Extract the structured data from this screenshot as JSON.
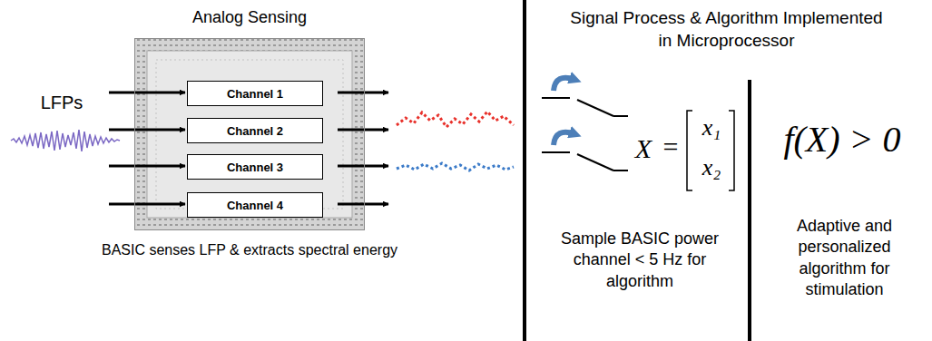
{
  "diagram": {
    "nodes": [
      {
        "text": [
          "Analog Sensing",
          "BASIC senses LFP & extracts spectral energy"
        ]
      },
      {
        "text": [
          "Channel 1"
        ],
        "in": 0
      },
      {
        "text": [
          "Channel 2"
        ],
        "in": 0
      },
      {
        "text": [
          "Channel 3"
        ],
        "in": 0
      },
      {
        "text": [
          "Channel 4"
        ],
        "in": 0
      }
    ],
    "labels": [
      "LFPs",
      "Signal Process & Algorithm Implemented in Microprocessor",
      "X",
      "=",
      "x₁",
      "x₂",
      "Sample BASIC power channel < 5 Hz for algorithm",
      "f(X) > 0",
      "Adaptive and personalized algorithm for stimulation"
    ]
  }
}
